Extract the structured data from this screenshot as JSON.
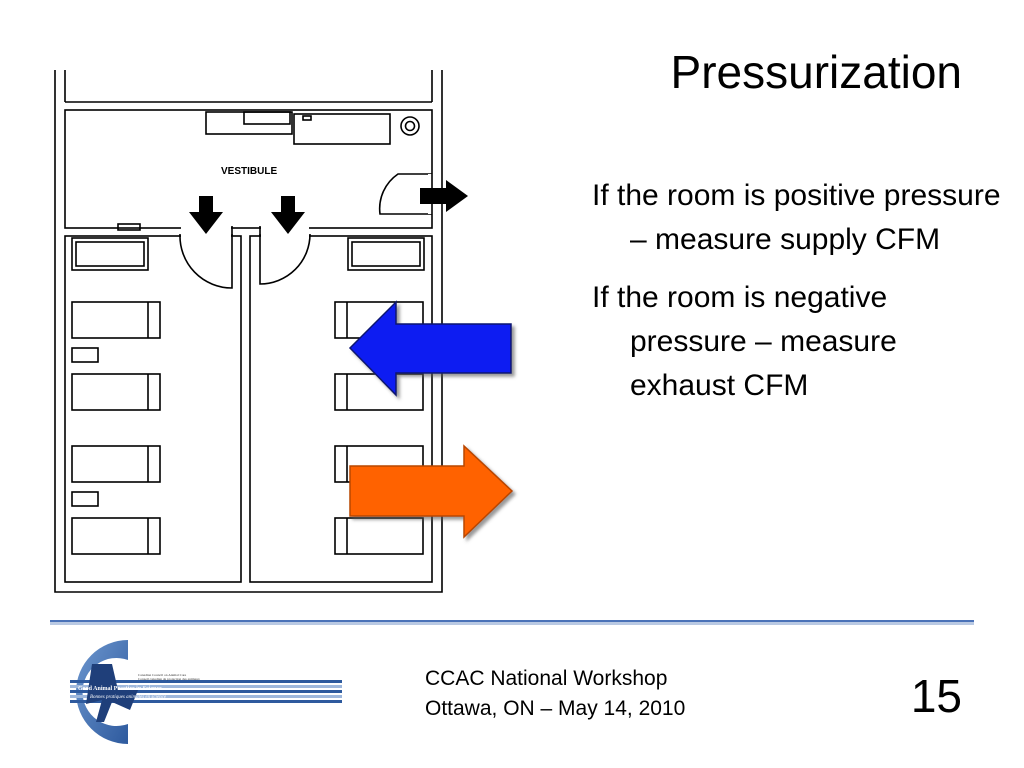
{
  "slide": {
    "title": "Pressurization",
    "page_number": "15"
  },
  "floorplan": {
    "vestibule_label": "VESTIBULE"
  },
  "bullets": [
    {
      "text": "If the room is positive pressure – measure supply CFM"
    },
    {
      "text": "If the room is negative pressure – measure exhaust CFM"
    }
  ],
  "arrows": {
    "supply_color": "#0a1ff2",
    "exhaust_color": "#ff6200"
  },
  "footer": {
    "line1": "CCAC National Workshop",
    "line2": "Ottawa, ON – May 14, 2010"
  },
  "logo": {
    "tagline_en": "Good Animal Practice in Science",
    "tagline_fr": "Bonnes pratiques animales en science",
    "org_en": "Canadian Council on Animal Care",
    "org_fr": "Conseil canadien de protection des animaux"
  }
}
